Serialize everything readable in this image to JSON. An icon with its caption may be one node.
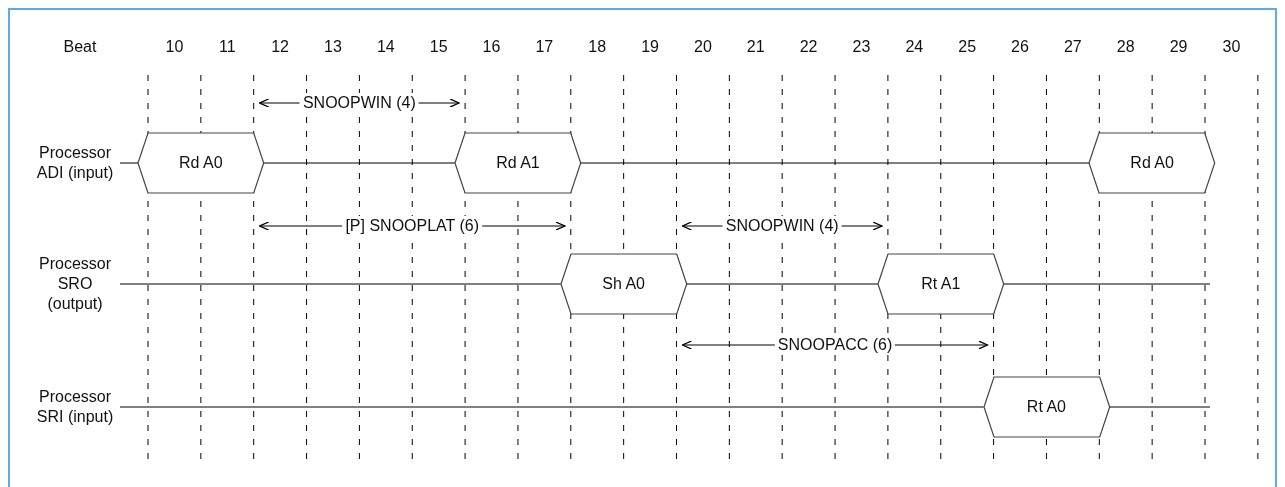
{
  "diagram": {
    "nodes": [
      {
        "text": [
          "Processor ADI (input)"
        ]
      },
      {
        "text": [
          "Rd A0"
        ]
      },
      {
        "text": [
          "Rd A1"
        ]
      },
      {
        "text": [
          "Rd A0"
        ]
      },
      {
        "text": [
          "Processor SRO (output)"
        ]
      },
      {
        "text": [
          "Sh A0"
        ]
      },
      {
        "text": [
          "Rt A1"
        ]
      },
      {
        "text": [
          "Processor SRI (input)"
        ]
      },
      {
        "text": [
          "Rt A0"
        ]
      }
    ],
    "edges": [
      {
        "from": 0,
        "to": 1,
        "arrow": "none"
      },
      {
        "from": 1,
        "to": 2,
        "arrow": "none"
      },
      {
        "from": 2,
        "to": 3,
        "arrow": "none"
      },
      {
        "from": 4,
        "to": 5,
        "arrow": "none"
      },
      {
        "from": 5,
        "to": 6,
        "arrow": "none"
      },
      {
        "from": 6,
        "to": null,
        "arrow": "none"
      },
      {
        "from": 7,
        "to": 8,
        "arrow": "none"
      },
      {
        "from": 8,
        "to": null,
        "arrow": "none"
      }
    ],
    "labels": [
      "Beat",
      "10",
      "11",
      "12",
      "13",
      "14",
      "15",
      "16",
      "17",
      "18",
      "19",
      "20",
      "21",
      "22",
      "23",
      "24",
      "25",
      "26",
      "27",
      "28",
      "29",
      "30",
      "SNOOPWIN (4)",
      "[P] SNOOPLAT (6)",
      "SNOOPWIN (4)",
      "SNOOPACC (6)"
    ]
  }
}
